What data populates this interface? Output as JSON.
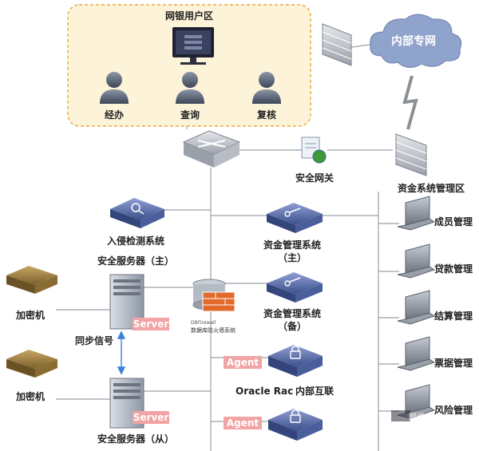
{
  "bank_user_zone": {
    "title": "网银用户区",
    "users": [
      {
        "label": "经办"
      },
      {
        "label": "查询"
      },
      {
        "label": "复核"
      }
    ]
  },
  "internal_network": {
    "label": "内部专网"
  },
  "security_gateway": {
    "label": "安全网关"
  },
  "fund_system_zone": {
    "title": "资金系统管理区",
    "modules": [
      {
        "label": "成员管理"
      },
      {
        "label": "贷款管理"
      },
      {
        "label": "结算管理"
      },
      {
        "label": "票据管理"
      },
      {
        "label": "风险管理"
      }
    ]
  },
  "intrusion_detection": {
    "label": "入侵检测系统"
  },
  "security_server_main": {
    "label": "安全服务器（主）",
    "tag": "Server"
  },
  "security_server_backup": {
    "label": "安全服务器（从）",
    "tag": "Server"
  },
  "encryption_1": {
    "label": "加密机"
  },
  "encryption_2": {
    "label": "加密机"
  },
  "sync_signal": {
    "label": "同步信号"
  },
  "fund_mgmt_main": {
    "line1": "资金管理系统",
    "line2": "（主）"
  },
  "fund_mgmt_backup": {
    "line1": "资金管理系统",
    "line2": "（备）"
  },
  "db_firewall": {
    "label_en": "DBFirewall",
    "label_cn": "数据库防火墙系统"
  },
  "oracle_rac": {
    "label": "Oracle Rac",
    "interconnect": "内部互联"
  },
  "agent_1": {
    "tag": "Agent"
  },
  "agent_2": {
    "tag": "Agent"
  },
  "watermark": {
    "text": "网络"
  },
  "colors": {
    "zone_fill": "#fdf3d8",
    "zone_border": "#e8a93a",
    "device_blue": "#4a5e9c",
    "tag_red": "#f2a3a3",
    "link_gray": "#9aa0a6",
    "sync_blue": "#3b7fd9"
  }
}
